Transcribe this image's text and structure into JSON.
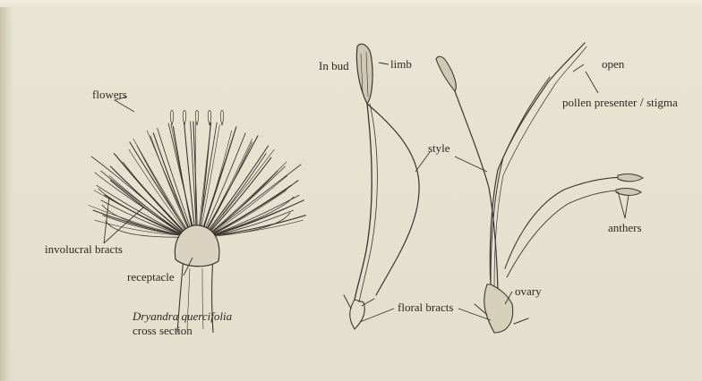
{
  "labels": {
    "flowers": "flowers",
    "involucral_bracts": "involucral bracts",
    "receptacle": "receptacle",
    "species": "Dryandra quercifolia",
    "cross_section": "cross section",
    "in_bud": "In bud",
    "limb": "limb",
    "style": "style",
    "open": "open",
    "pollen_presenter": "pollen presenter",
    "slash": "/",
    "stigma": "stigma",
    "anthers": "anthers",
    "ovary": "ovary",
    "floral_bracts": "floral bracts"
  },
  "colors": {
    "background": "#e7e2d0",
    "ink": "#2a2824"
  }
}
